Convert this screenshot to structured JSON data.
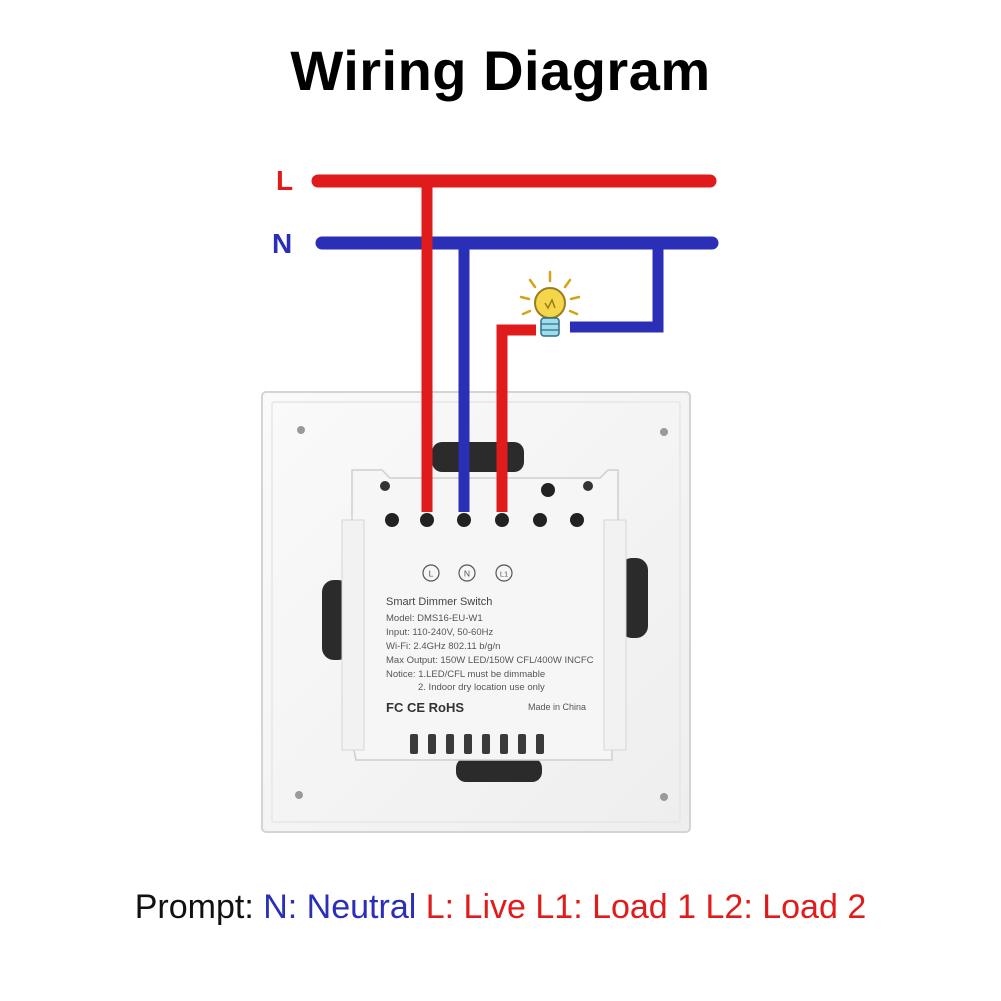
{
  "title": "Wiring Diagram",
  "wire_labels": {
    "live": "L",
    "neutral": "N"
  },
  "terminals": [
    "L",
    "N",
    "L1"
  ],
  "module": {
    "name": "Smart Dimmer Switch",
    "model": "Model: DMS16-EU-W1",
    "input": "Input: 110-240V, 50-60Hz",
    "wifi": "Wi-Fi: 2.4GHz 802.11 b/g/n",
    "max_output": "Max Output: 150W LED/150W CFL/400W INCFC",
    "notice_1": "Notice: 1.LED/CFL must be dimmable",
    "notice_2": "2. Indoor dry location use only",
    "certs": "FC  CE  RoHS",
    "origin": "Made in China"
  },
  "prompt": {
    "prefix": "Prompt: ",
    "neutral": "N: Neutral",
    "live_loads": "L: Live L1: Load 1 L2: Load 2"
  },
  "colors": {
    "live": "#e01b1b",
    "neutral": "#2b2fb8",
    "lamp": "#f3d64a"
  },
  "icons": {
    "lamp": "light-bulb-icon"
  }
}
